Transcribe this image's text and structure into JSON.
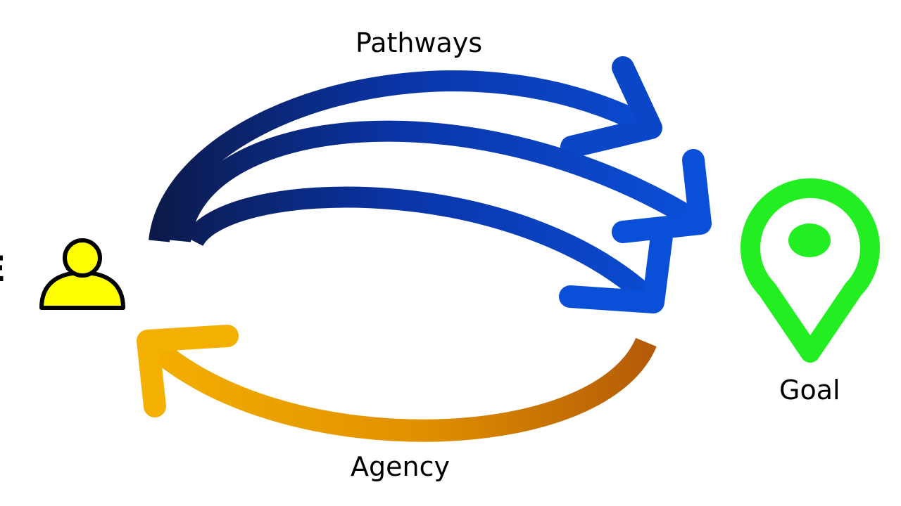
{
  "labels": {
    "pathways": "Pathways",
    "agency": "Agency",
    "goal": "Goal",
    "left_edge_fragment": "E"
  },
  "icons": {
    "person": "person-icon",
    "goal_pin": "location-pin-icon"
  },
  "colors": {
    "pathway_dark": "#0b1a4a",
    "pathway_light": "#0a4fd8",
    "agency_light": "#f4b000",
    "agency_dark": "#b35a08",
    "person_fill": "#ffff00",
    "goal_pin": "#22ee22"
  }
}
